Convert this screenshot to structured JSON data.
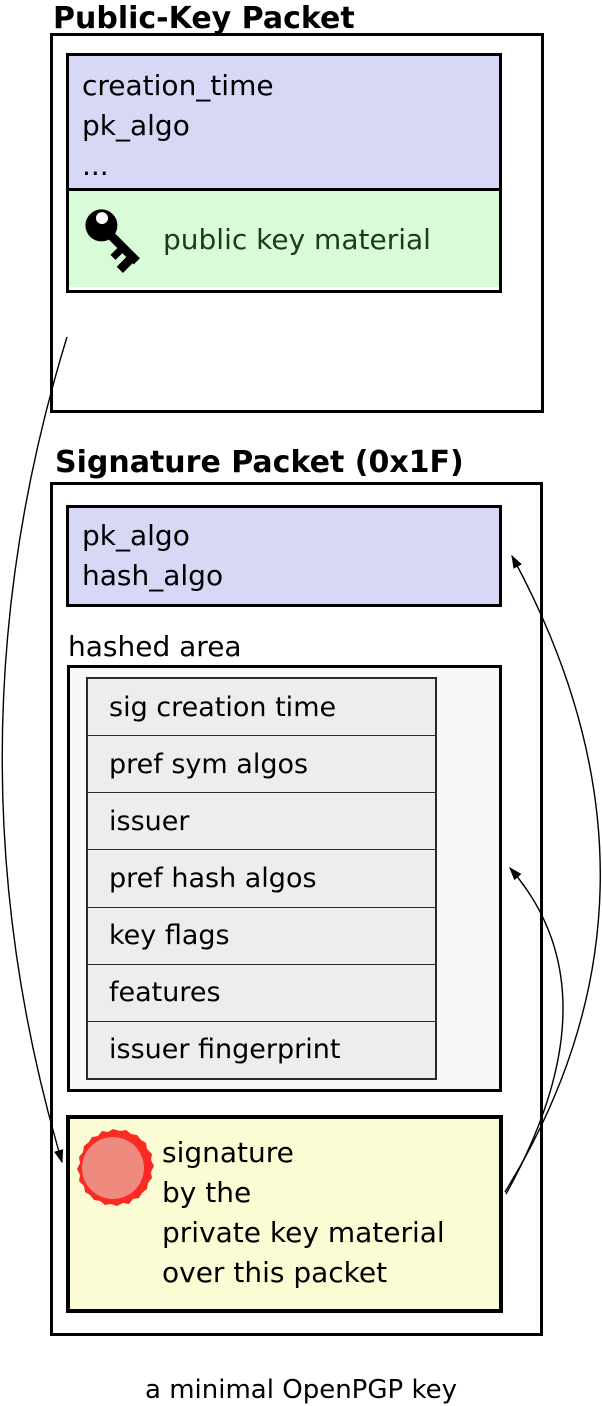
{
  "diagram": {
    "public_key_packet": {
      "title": "Public-Key Packet",
      "header_fields": [
        "creation_time",
        "pk_algo",
        "..."
      ],
      "key_material_label": "public key material"
    },
    "signature_packet": {
      "title": "Signature Packet (0x1F)",
      "header_fields": [
        "pk_algo",
        "hash_algo"
      ],
      "hashed_area_label": "hashed area",
      "hashed_subpackets": [
        "sig creation time",
        "pref sym algos",
        "issuer",
        "pref hash algos",
        "key flags",
        "features",
        "issuer fingerprint"
      ],
      "signature_lines": [
        "signature",
        "by the",
        "private key material",
        "over this packet"
      ]
    },
    "caption": "a minimal OpenPGP key",
    "icons": {
      "key": "key-icon",
      "seal": "seal-icon"
    },
    "colors": {
      "field_header_bg": "#d7d7f6",
      "key_material_bg": "#d8fbd8",
      "key_material_text": "#1a3c1a",
      "hashed_area_bg": "#f8f8f8",
      "subpacket_row_bg": "#ededed",
      "signature_bg": "#fcfcd4",
      "seal_ring": "#fa2b25",
      "seal_fill": "#ee8a7e",
      "border": "#000000"
    }
  }
}
